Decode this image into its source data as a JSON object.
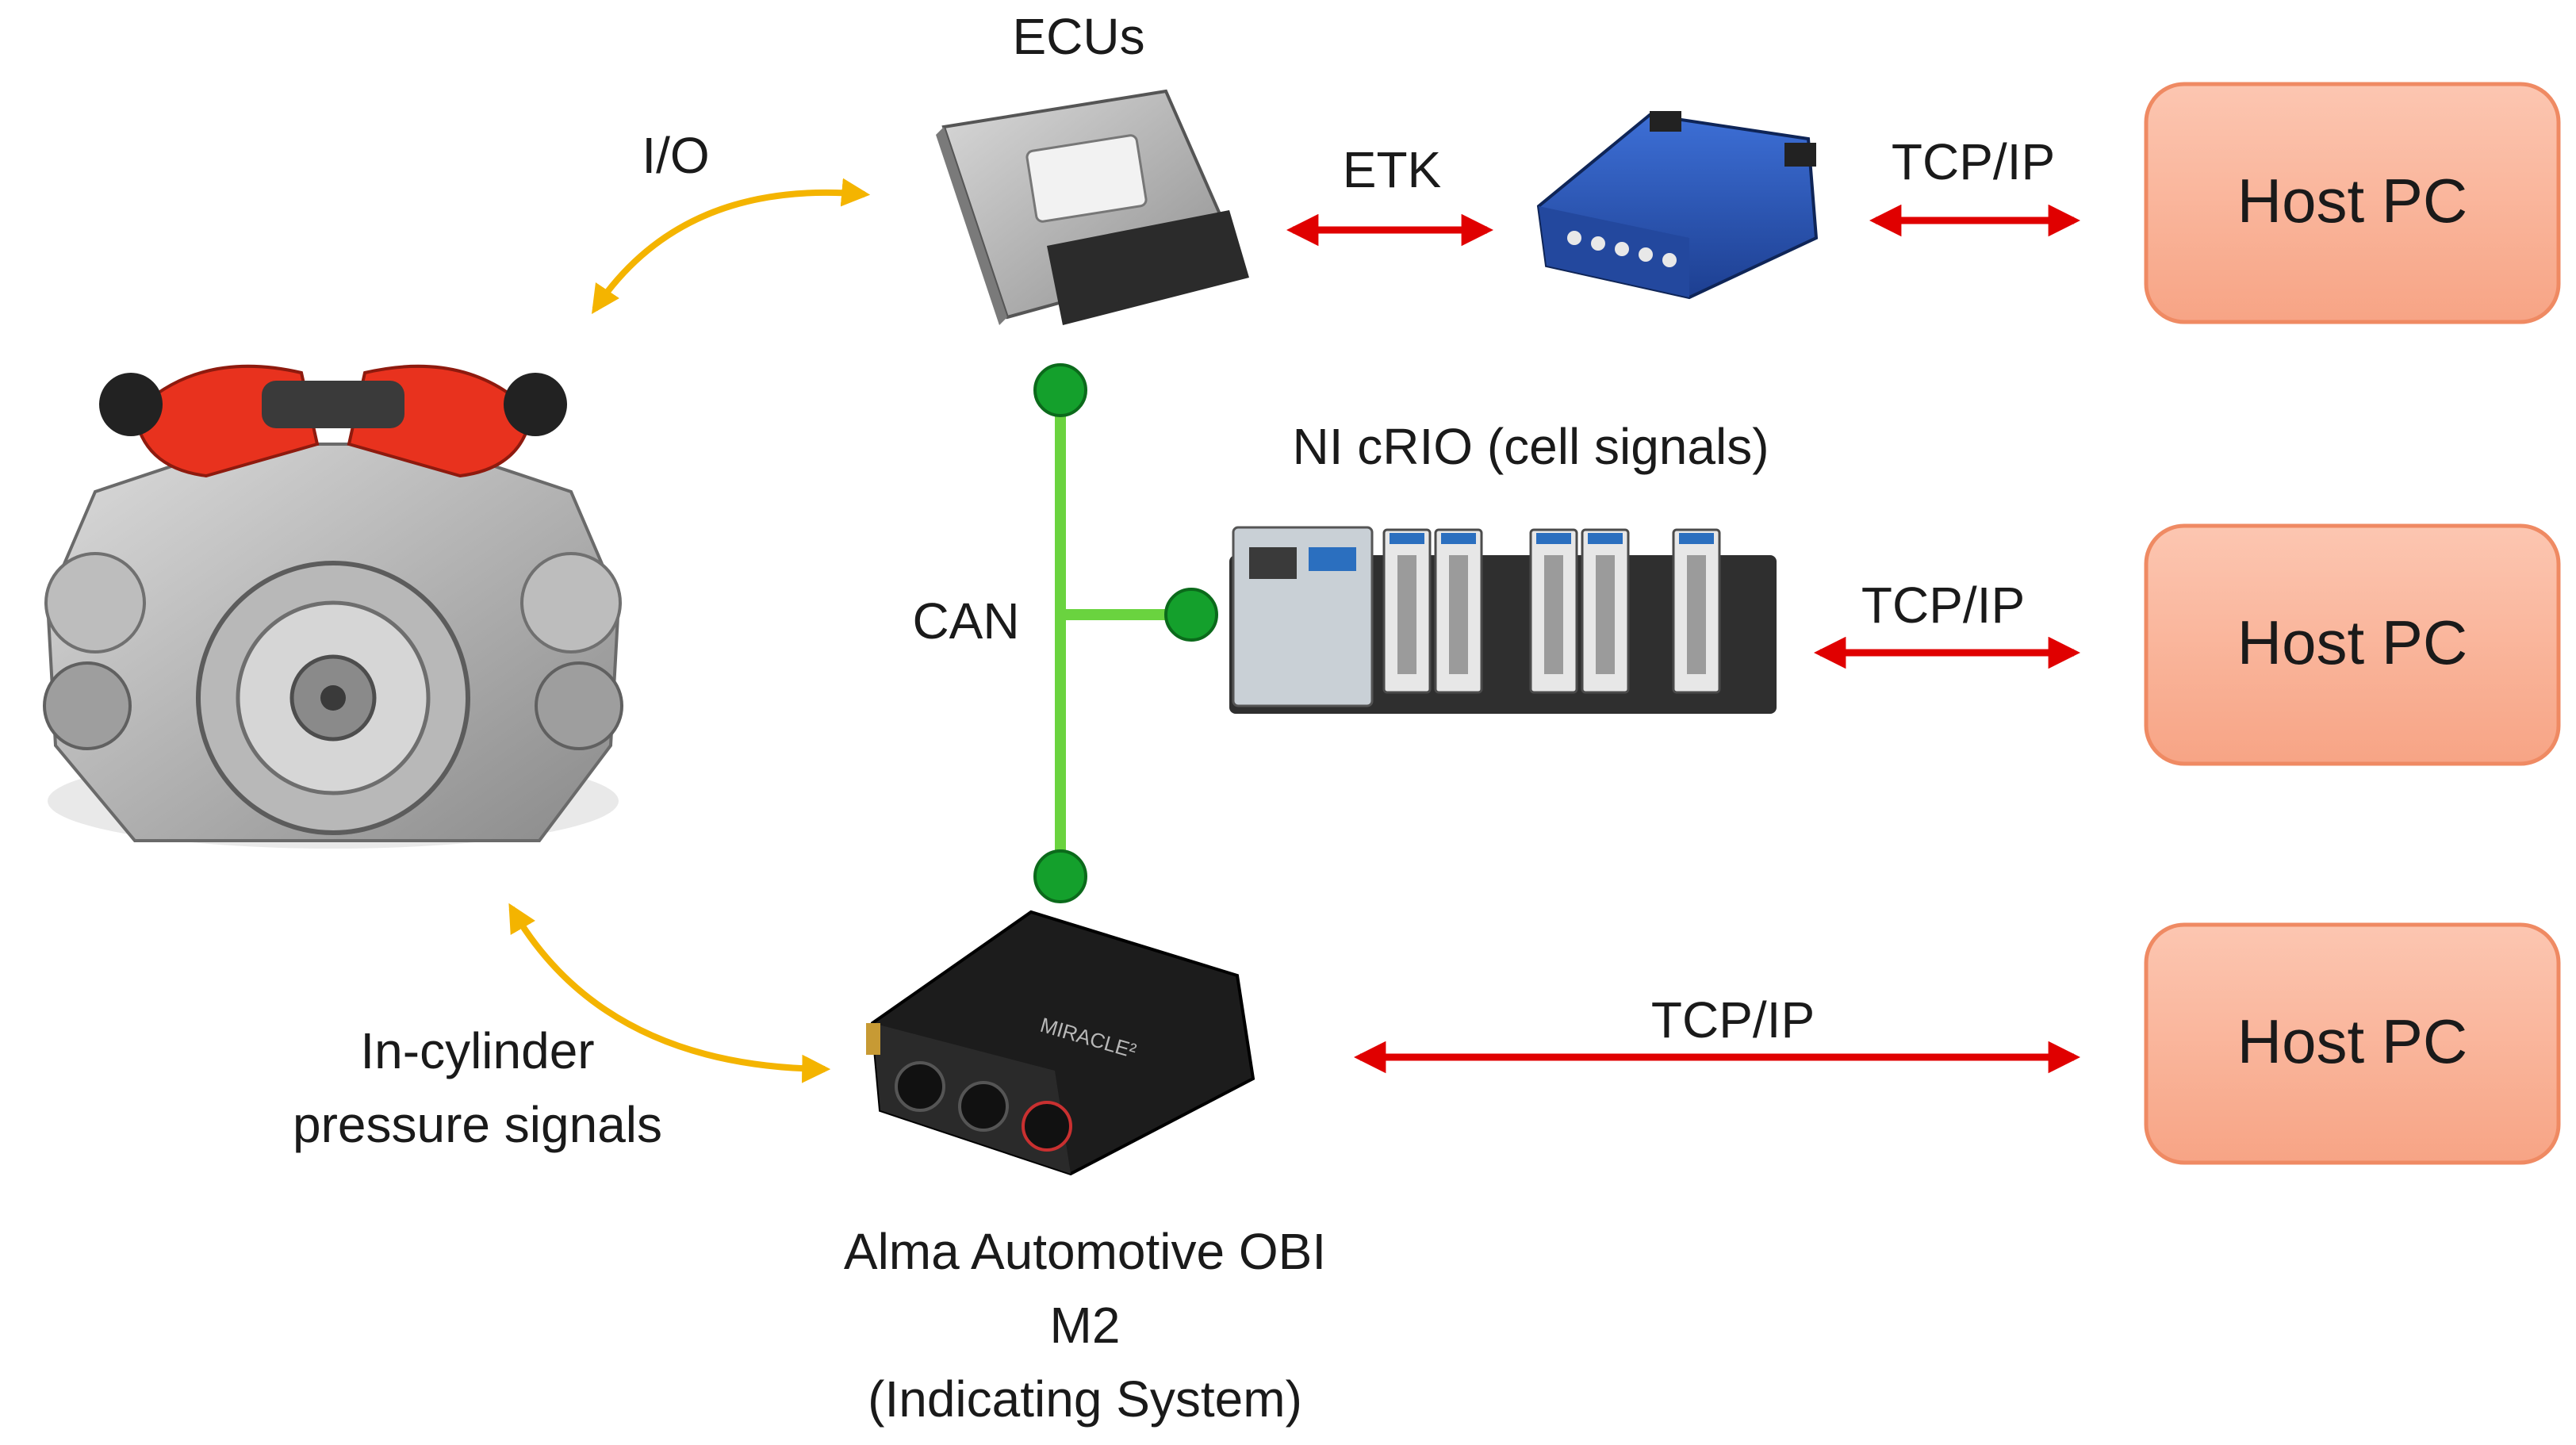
{
  "labels": {
    "ecus": "ECUs",
    "io": "I/O",
    "etk": "ETK",
    "tcpip_1": "TCP/IP",
    "crio": "NI cRIO (cell signals)",
    "can": "CAN",
    "tcpip_2": "TCP/IP",
    "tcpip_3": "TCP/IP",
    "in_cylinder_line1": "In-cylinder",
    "in_cylinder_line2": "pressure signals",
    "alma_line1": "Alma Automotive OBI",
    "alma_line2": "M2",
    "alma_line3": "(Indicating System)",
    "miracle_brand": "MIRACLE²"
  },
  "hosts": [
    {
      "label": "Host PC"
    },
    {
      "label": "Host PC"
    },
    {
      "label": "Host PC"
    }
  ],
  "colors": {
    "host_fill": "#f9b39a",
    "host_stroke": "#ef8a63",
    "red_arrow": "#e00000",
    "yellow_arrow": "#f4b400",
    "can_bus": "#6ad33f",
    "can_node": "#14a02c"
  }
}
